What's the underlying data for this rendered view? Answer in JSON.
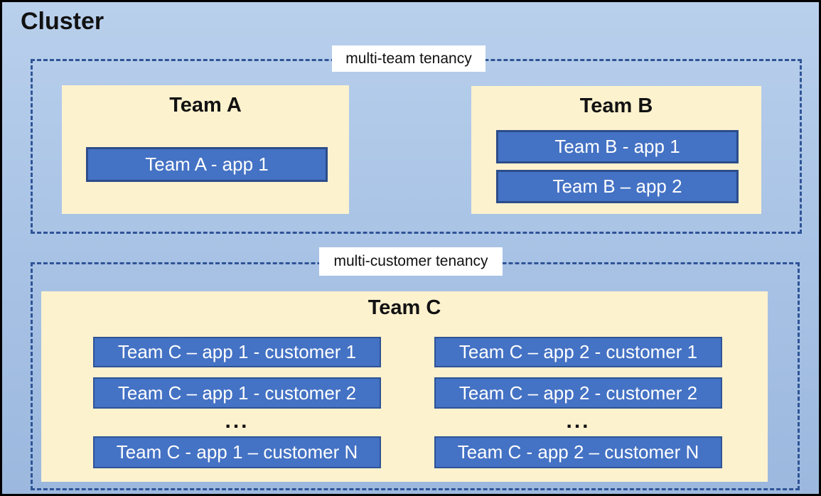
{
  "diagram": {
    "title": "Cluster",
    "sections": {
      "multi_team": {
        "label": "multi-team tenancy",
        "team_a": {
          "title": "Team A",
          "apps": [
            "Team A - app 1"
          ]
        },
        "team_b": {
          "title": "Team B",
          "apps": [
            "Team B - app 1",
            "Team B – app 2"
          ]
        }
      },
      "multi_customer": {
        "label": "multi-customer tenancy",
        "team_c": {
          "title": "Team C",
          "ellipsis": "...",
          "col1": [
            "Team C – app 1 - customer 1",
            "Team C – app 1 - customer 2",
            "Team C - app 1 – customer N"
          ],
          "col2": [
            "Team C – app 2 - customer 1",
            "Team C – app 2 - customer 2",
            "Team C - app 2 – customer N"
          ]
        }
      }
    },
    "colors": {
      "background_top": "#b9d0ec",
      "background_bottom": "#9cb8de",
      "team_fill": "#fdf2ce",
      "app_fill": "#4472c4",
      "app_border_dark": "#2c4d8a",
      "dashed_border": "#2f5496",
      "label_background": "#ffffff",
      "text_dark": "#121212",
      "text_light": "#ffffff"
    }
  }
}
